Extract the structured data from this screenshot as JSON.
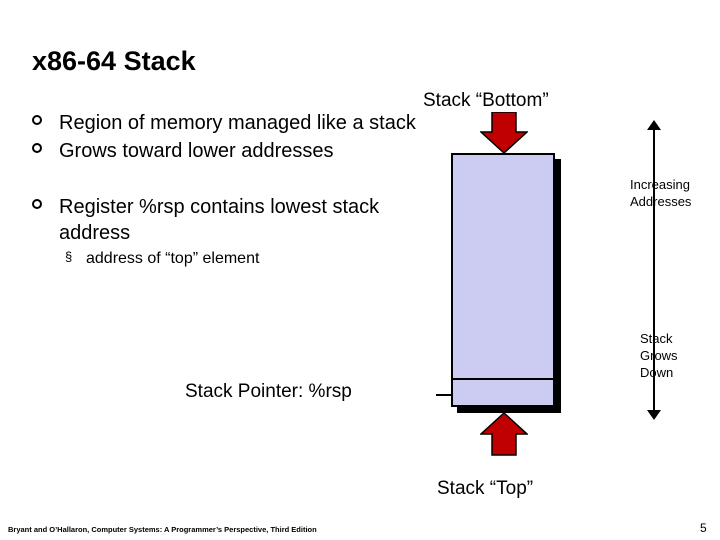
{
  "slide": {
    "title": "x86-64 Stack",
    "bullets": [
      {
        "text": "Region of memory managed like a stack"
      },
      {
        "text": "Grows toward lower addresses"
      },
      {
        "text": "Register %rsp contains lowest  stack address"
      }
    ],
    "subbullets": [
      {
        "text": "address of “top” element",
        "marker": "§"
      }
    ],
    "stack_pointer_label": "Stack Pointer: %rsp",
    "diagram": {
      "bottom_label": "Stack “Bottom”",
      "top_label": "Stack “Top”",
      "increasing_addresses": "Increasing\nAddresses",
      "increasing_addresses_line1": "Increasing",
      "increasing_addresses_line2": "Addresses",
      "grows_down_line1": "Stack",
      "grows_down_line2": "Grows",
      "grows_down_line3": "Down",
      "box_fill_color": "#ccccf2",
      "arrow_color": "#c00000"
    },
    "footer": {
      "credit": "Bryant and O’Hallaron, Computer Systems: A Programmer’s Perspective, Third Edition",
      "page_number": "5"
    }
  }
}
